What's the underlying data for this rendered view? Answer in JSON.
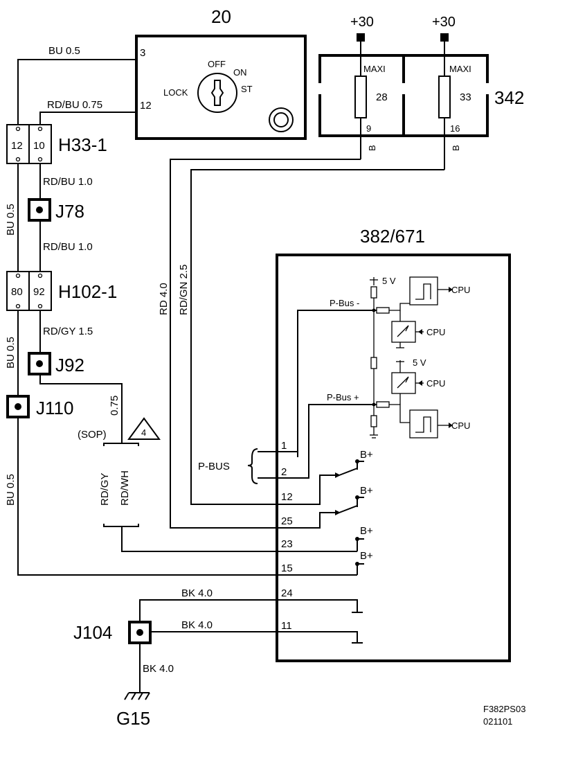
{
  "components": {
    "ignition_switch": {
      "id": "20",
      "positions": {
        "off": "OFF",
        "on": "ON",
        "lock": "LOCK",
        "st": "ST"
      },
      "pins": {
        "a": "3",
        "b": "12"
      }
    },
    "fuse_box": {
      "id": "342",
      "supply_left": "+30",
      "supply_right": "+30",
      "fuse_left": {
        "type": "MAXI",
        "number": "28",
        "pin": "9",
        "wire": "B"
      },
      "fuse_right": {
        "type": "MAXI",
        "number": "33",
        "pin": "16",
        "wire": "B"
      }
    },
    "connector_h33": {
      "id": "H33-1",
      "pin_a": "12",
      "pin_b": "10"
    },
    "connector_h102": {
      "id": "H102-1",
      "pin_a": "80",
      "pin_b": "92"
    },
    "module": {
      "id": "382/671",
      "supply": "5 V",
      "supply2": "5 V",
      "cpu": "CPU",
      "pbus_minus": "P-Bus -",
      "pbus_plus": "P-Bus +",
      "bplus": "B+",
      "pins": {
        "p1": "1",
        "p2": "2",
        "p12": "12",
        "p25": "25",
        "p23": "23",
        "p15": "15",
        "p24": "24",
        "p11": "11"
      }
    },
    "pbus_label": "P-BUS",
    "splices": {
      "j78": "J78",
      "j92": "J92",
      "j110": "J110",
      "j104": "J104"
    },
    "ground": "G15",
    "note_ref": "4",
    "sop": "(SOP)"
  },
  "wires": {
    "bu_05_top": "BU   0.5",
    "rdbu_075": "RD/BU   0.75",
    "rdbu_10a": "RD/BU  1.0",
    "rdbu_10b": "RD/BU  1.0",
    "bu_05_left": "BU  0.5",
    "rdgy_15": "RD/GY  1.5",
    "bu_05_mid": "BU  0.5",
    "gauge_075": "0.75",
    "rdgy": "RD/GY",
    "rdwh": "RD/WH",
    "bu_05_low": "BU  0.5",
    "rd_40": "RD  4.0",
    "rdgn_25": "RD/GN  2.5",
    "bk_40_a": "BK   4.0",
    "bk_40_b": "BK   4.0",
    "bk_40_c": "BK  4.0"
  },
  "footer": {
    "code": "F382PS03",
    "date": "021101"
  }
}
